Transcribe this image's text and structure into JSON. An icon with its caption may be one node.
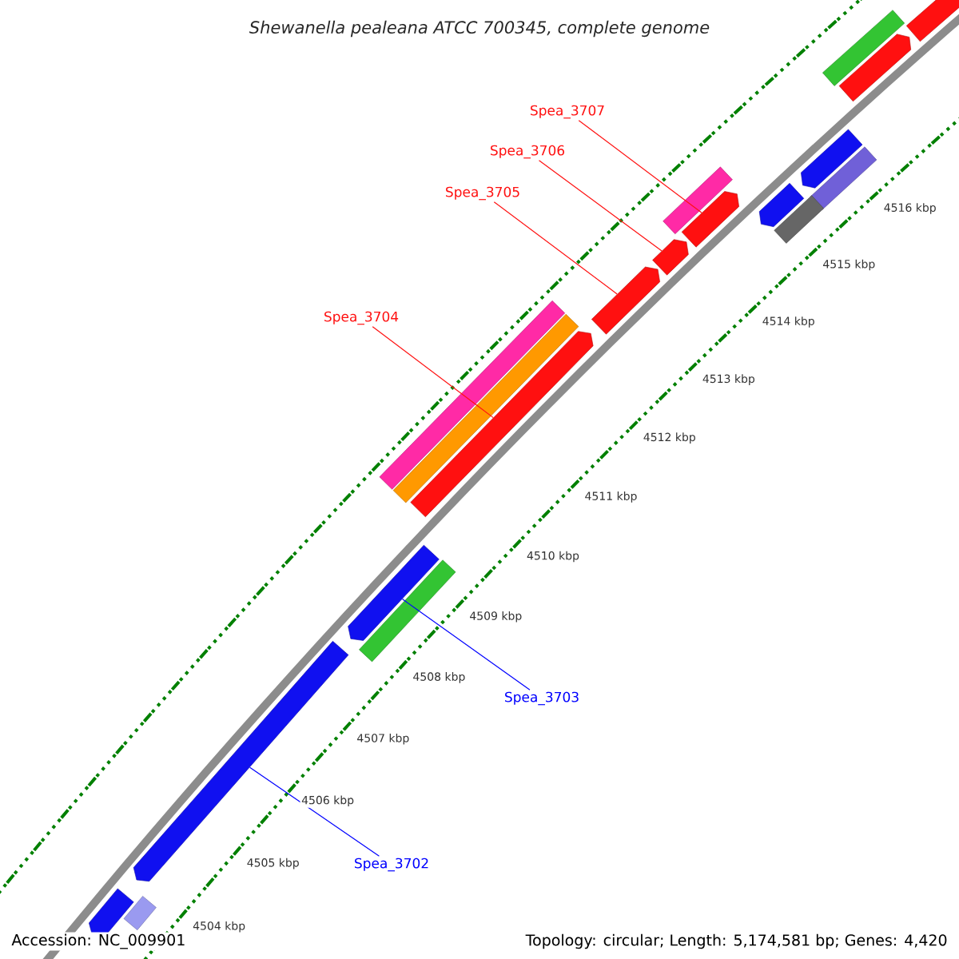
{
  "diagram": {
    "title": "Shewanella pealeana ATCC 700345, complete genome",
    "nodes": [
      {
        "text": [
          "Spea_3707"
        ]
      },
      {
        "text": [
          "Spea_3706"
        ]
      },
      {
        "text": [
          "Spea_3705"
        ]
      },
      {
        "text": [
          "Spea_3704"
        ]
      },
      {
        "text": [
          "Spea_3703"
        ]
      },
      {
        "text": [
          "Spea_3702"
        ]
      },
      {
        "text": [],
        "shape": "arrow"
      },
      {
        "text": [],
        "shape": "bar"
      },
      {
        "text": [],
        "shape": "arrow"
      },
      {
        "text": [],
        "shape": "bar"
      },
      {
        "text": [],
        "shape": "arrow"
      },
      {
        "text": [],
        "shape": "bar"
      },
      {
        "text": [],
        "shape": "arrow"
      },
      {
        "text": [],
        "shape": "bar"
      },
      {
        "text": [],
        "shape": "arrow"
      },
      {
        "text": [],
        "shape": "arrow"
      },
      {
        "text": [],
        "shape": "arrow"
      },
      {
        "text": [],
        "shape": "bar"
      },
      {
        "text": [],
        "shape": "bar"
      },
      {
        "text": [],
        "shape": "arrow"
      },
      {
        "text": [],
        "shape": "bar"
      },
      {
        "text": [],
        "shape": "arrow"
      },
      {
        "text": [],
        "shape": "arrow"
      },
      {
        "text": [],
        "shape": "arrow"
      },
      {
        "text": [],
        "shape": "bar"
      }
    ],
    "edges": [
      {
        "from": 0,
        "to": 14,
        "arrow": "none"
      },
      {
        "from": 1,
        "to": 15,
        "arrow": "none"
      },
      {
        "from": 2,
        "to": 16,
        "arrow": "none"
      },
      {
        "from": 3,
        "to": 19,
        "arrow": "none"
      },
      {
        "from": 4,
        "to": 21,
        "arrow": "none",
        "color": "#0000ff"
      },
      {
        "from": 5,
        "to": 22,
        "arrow": "none",
        "color": "#0000ff"
      }
    ],
    "labels": [
      "4504 kbp",
      "4505 kbp",
      "4506 kbp",
      "4507 kbp",
      "4508 kbp",
      "4509 kbp",
      "4510 kbp",
      "4511 kbp",
      "4512 kbp",
      "4513 kbp",
      "4514 kbp",
      "4515 kbp",
      "4516 kbp",
      "Accession: NC_009901",
      "Topology: circular; Length: 5,174,581 bp; Genes: 4,420"
    ]
  }
}
